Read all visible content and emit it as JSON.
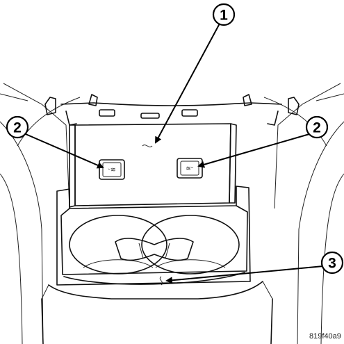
{
  "callouts": [
    {
      "id": "callout-1",
      "label": "1"
    },
    {
      "id": "callout-2-left",
      "label": "2"
    },
    {
      "id": "callout-2-right",
      "label": "2"
    },
    {
      "id": "callout-3",
      "label": "3"
    }
  ],
  "figure_id": "819f40a9",
  "colors": {
    "line": "#111111",
    "background": "#ffffff",
    "panel_fill": "#e6e6e6",
    "switch_fill": "#d9d9d9"
  }
}
